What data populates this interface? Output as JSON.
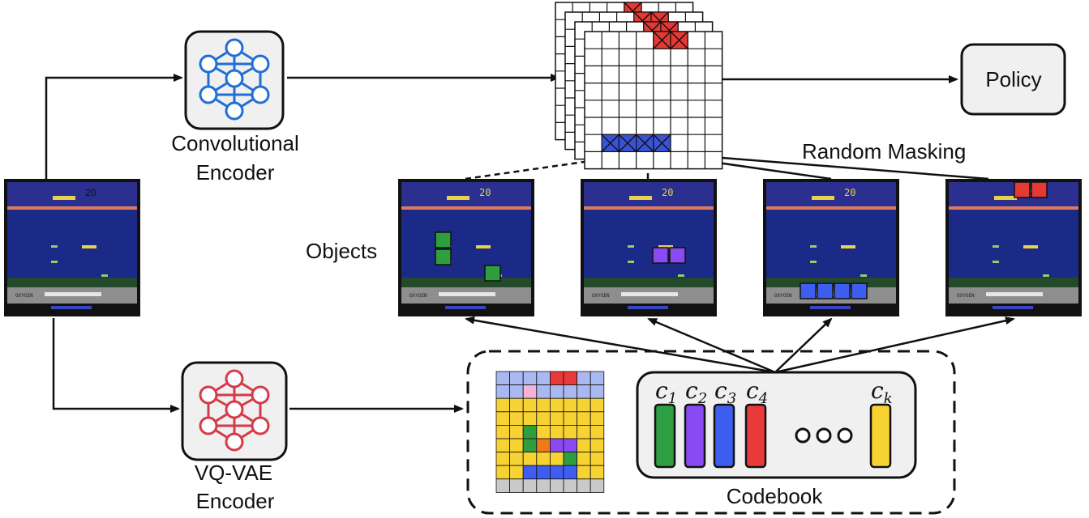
{
  "labels": {
    "conv_encoder_line1": "Convolutional",
    "conv_encoder_line2": "Encoder",
    "vqvae_line1": "VQ-VAE",
    "vqvae_line2": "Encoder",
    "policy": "Policy",
    "random_masking": "Random Masking",
    "objects": "Objects",
    "codebook": "Codebook"
  },
  "game_screen": {
    "score": "20",
    "oxygen_label": "OXYGEN"
  },
  "codebook": {
    "entries": [
      {
        "label": "c",
        "sub": "1",
        "color": "#2ea043"
      },
      {
        "label": "c",
        "sub": "2",
        "color": "#8a4af3"
      },
      {
        "label": "c",
        "sub": "3",
        "color": "#3d5ef0"
      },
      {
        "label": "c",
        "sub": "4",
        "color": "#e83a3a"
      },
      {
        "label": "c",
        "sub": "k",
        "color": "#f7d233"
      }
    ]
  },
  "colors": {
    "conv_network": "#1f6fd6",
    "vq_network": "#d63a48",
    "mask_red": "#e53935",
    "mask_blue": "#3a52d6",
    "object_green": "#2e9e3e",
    "object_purple": "#8a4af3",
    "object_blue": "#3d5ef0",
    "object_red": "#e53935"
  }
}
